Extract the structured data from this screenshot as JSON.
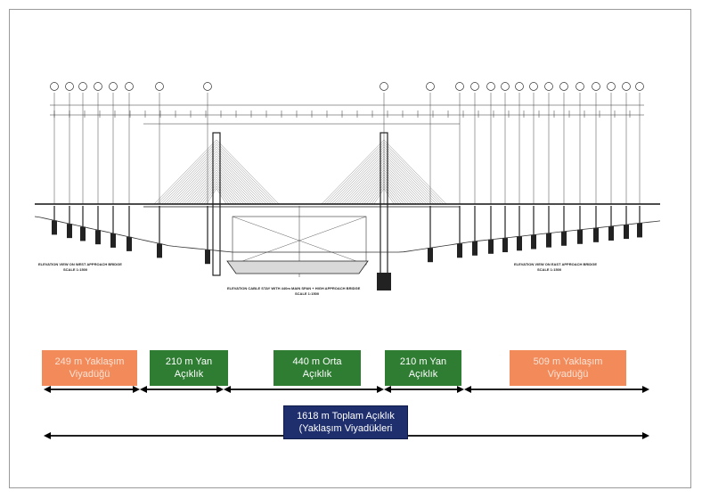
{
  "segments": {
    "west_approach": {
      "label": "249 m Yaklaşım\nViyadüğü",
      "color": "#f28a5a"
    },
    "west_side": {
      "label": "210 m Yan\nAçıklık",
      "color": "#2e7d32"
    },
    "main_span": {
      "label": "440 m Orta\nAçıklık",
      "color": "#2e7d32"
    },
    "east_side": {
      "label": "210 m Yan\nAçıklık",
      "color": "#2e7d32"
    },
    "east_approach": {
      "label": "509 m Yaklaşım\nViyadüğü",
      "color": "#f28a5a"
    }
  },
  "total": {
    "label": "1618 m Toplam Açıklık\n(Yaklaşım Viyadükleri",
    "color": "#1f2f6e"
  },
  "drawing": {
    "west_title": "ELEVATION VIEW ON WEST APPROACH BRIDGE",
    "west_scale": "SCALE 1:1500",
    "center_title": "ELEVATION CABLE STAY WITH 440m MAIN SPAN + HIGH APPROACH BRIDGE",
    "center_scale": "SCALE 1:1500",
    "east_title": "ELEVATION VIEW ON EAST APPROACH BRIDGE",
    "east_scale": "SCALE 1:1500"
  }
}
